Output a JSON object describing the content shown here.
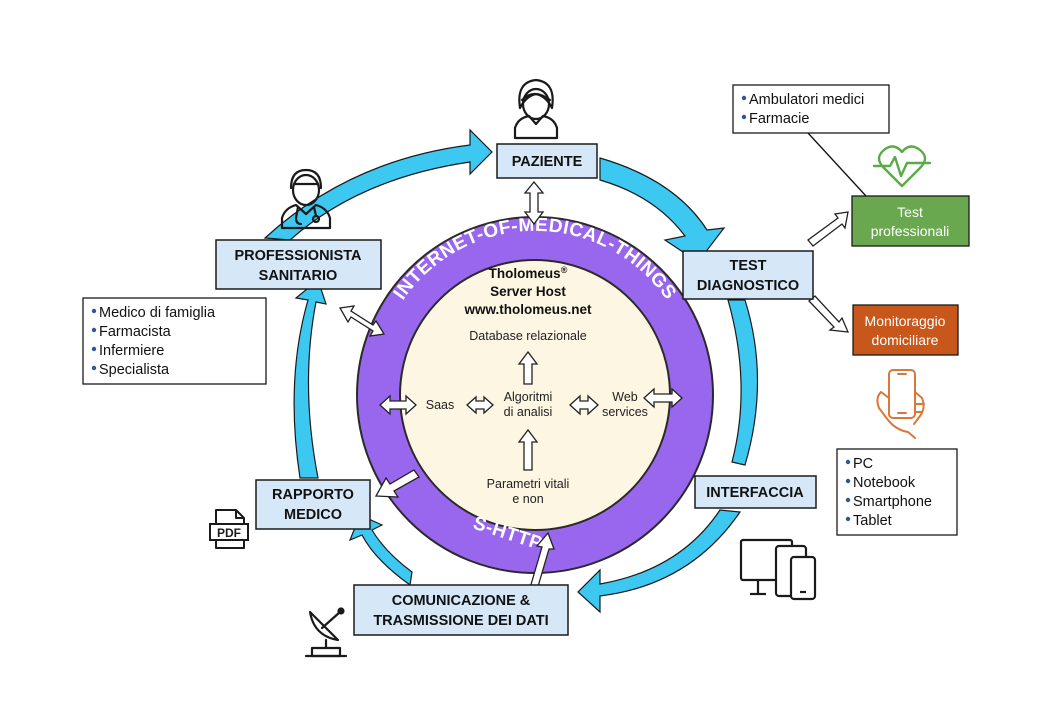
{
  "ring": {
    "outer_label": "INTERNET-OF-MEDICAL-THINGS",
    "bottom_label": "S-HTTP"
  },
  "server": {
    "brand": "Tholomeus",
    "registered_mark": "®",
    "line2": "Server Host",
    "url": "www.tholomeus.net",
    "database": "Database relazionale",
    "saas": "Saas",
    "algo_line1": "Algoritmi",
    "algo_line2": "di analisi",
    "web_line1": "Web",
    "web_line2": "services",
    "params_line1": "Parametri vitali",
    "params_line2": "e non"
  },
  "nodes": {
    "paziente": "PAZIENTE",
    "test_line1": "TEST",
    "test_line2": "DIAGNOSTICO",
    "interfaccia": "INTERFACCIA",
    "comm_line1": "COMUNICAZIONE &",
    "comm_line2": "TRASMISSIONE DEI DATI",
    "rapporto_line1": "RAPPORTO",
    "rapporto_line2": "MEDICO",
    "prof_line1": "PROFESSIONISTA",
    "prof_line2": "SANITARIO"
  },
  "lists": {
    "test_locations": [
      "Ambulatori medici",
      "Farmacie"
    ],
    "professionals": [
      "Medico di famiglia",
      "Farmacista",
      "Infermiere",
      "Specialista"
    ],
    "devices": [
      "PC",
      "Notebook",
      "Smartphone",
      "Tablet"
    ]
  },
  "outcomes": {
    "test_prof_line1": "Test",
    "test_prof_line2": "professionali",
    "monitor_line1": "Monitoraggio",
    "monitor_line2": "domiciliare"
  },
  "icons": {
    "pdf_label": "PDF"
  },
  "colors": {
    "node_fill": "#d6e8f7",
    "cycle_arrow": "#3cc8f0",
    "ring_purple": "#9966ee",
    "core_fill": "#fdf6e3",
    "test_green": "#6aa84f",
    "monitor_orange": "#c8571b",
    "heart_green": "#5aaa47",
    "phone_orange": "#d9783a"
  }
}
